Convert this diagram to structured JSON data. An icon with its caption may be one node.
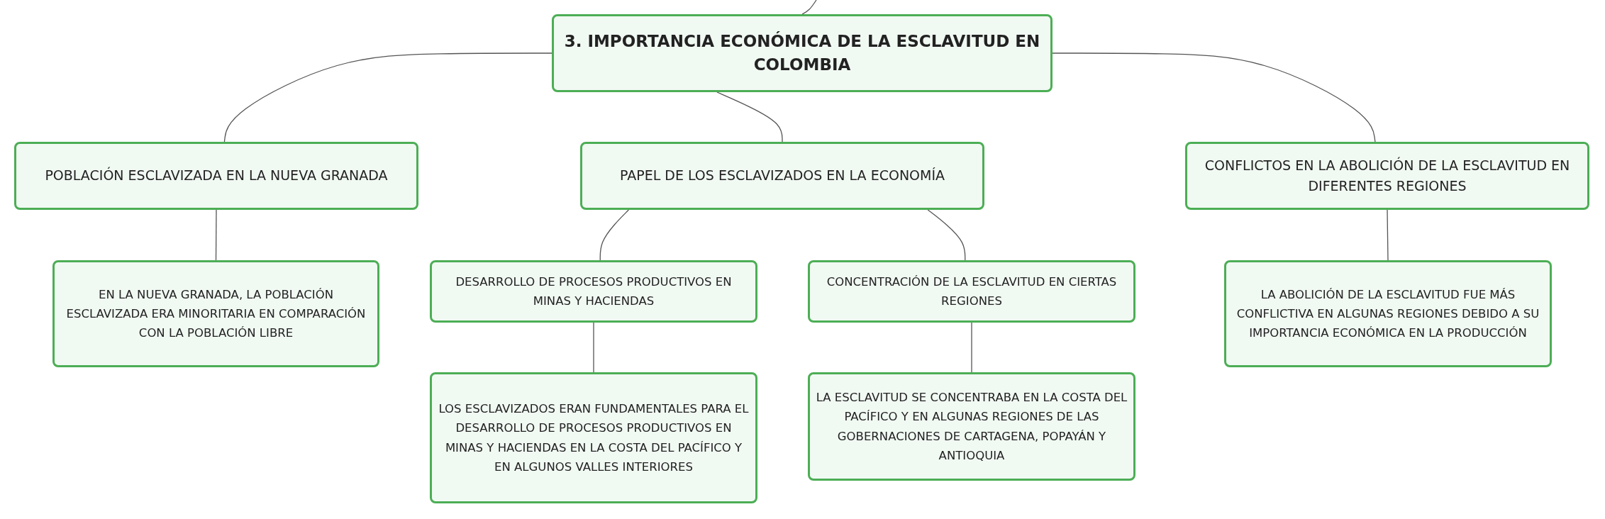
{
  "diagram": {
    "nodes": [
      {
        "text": [
          "3. IMPORTANCIA ECONÓMICA DE LA ESCLAVITUD EN COLOMBIA"
        ]
      },
      {
        "text": [
          "POBLACIÓN ESCLAVIZADA EN LA NUEVA GRANADA"
        ]
      },
      {
        "text": [
          "PAPEL DE LOS ESCLAVIZADOS EN LA ECONOMÍA"
        ]
      },
      {
        "text": [
          "CONFLICTOS EN LA ABOLICIÓN DE LA ESCLAVITUD EN DIFERENTES REGIONES"
        ]
      },
      {
        "text": [
          "EN LA NUEVA GRANADA, LA POBLACIÓN ESCLAVIZADA ERA MINORITARIA EN COMPARACIÓN CON LA POBLACIÓN LIBRE"
        ]
      },
      {
        "text": [
          "DESARROLLO DE PROCESOS PRODUCTIVOS EN MINAS Y HACIENDAS"
        ]
      },
      {
        "text": [
          "CONCENTRACIÓN DE LA ESCLAVITUD EN CIERTAS REGIONES"
        ]
      },
      {
        "text": [
          "LA ABOLICIÓN DE LA ESCLAVITUD FUE MÁS CONFLICTIVA EN ALGUNAS REGIONES DEBIDO A SU IMPORTANCIA ECONÓMICA EN LA PRODUCCIÓN"
        ]
      },
      {
        "text": [
          "LOS ESCLAVIZADOS ERAN FUNDAMENTALES PARA EL DESARROLLO DE PROCESOS PRODUCTIVOS EN MINAS Y HACIENDAS EN LA COSTA DEL PACÍFICO Y EN ALGUNOS VALLES INTERIORES"
        ]
      },
      {
        "text": [
          "LA ESCLAVITUD SE CONCENTRABA EN LA COSTA DEL PACÍFICO Y EN ALGUNAS REGIONES DE LAS GOBERNACIONES DE CARTAGENA, POPAYÁN Y ANTIOQUIA"
        ]
      }
    ],
    "edges": [
      {
        "from": null,
        "to": 0,
        "arrow": "none"
      },
      {
        "from": 0,
        "to": 1,
        "arrow": "none"
      },
      {
        "from": 0,
        "to": 2,
        "arrow": "none"
      },
      {
        "from": 0,
        "to": 3,
        "arrow": "none"
      },
      {
        "from": 1,
        "to": 4,
        "arrow": "none"
      },
      {
        "from": 2,
        "to": 5,
        "arrow": "none"
      },
      {
        "from": 2,
        "to": 6,
        "arrow": "none"
      },
      {
        "from": 3,
        "to": 7,
        "arrow": "none"
      },
      {
        "from": 5,
        "to": 8,
        "arrow": "none"
      },
      {
        "from": 6,
        "to": 9,
        "arrow": "none"
      }
    ]
  }
}
